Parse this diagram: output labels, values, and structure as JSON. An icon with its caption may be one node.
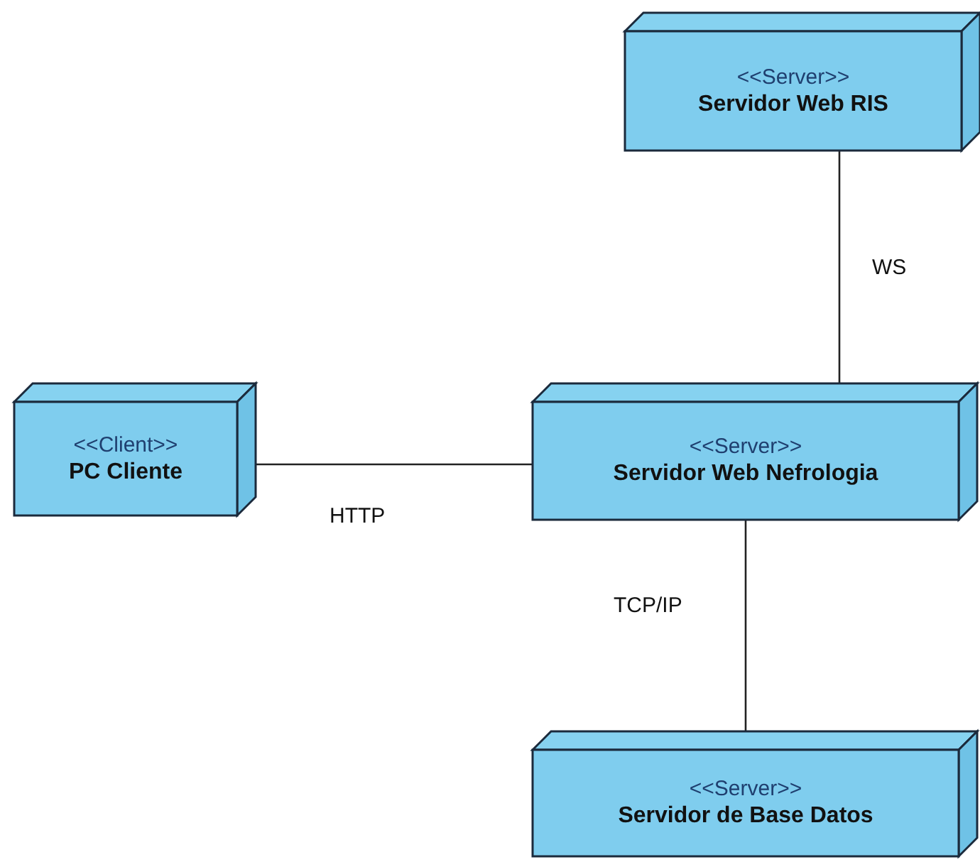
{
  "diagram": {
    "nodes": [
      {
        "text": [
          "<<Server>>",
          "Servidor Web RIS"
        ]
      },
      {
        "text": [
          "<<Client>>",
          "PC Cliente"
        ]
      },
      {
        "text": [
          "<<Server>>",
          "Servidor Web Nefrologia"
        ]
      },
      {
        "text": [
          "<<Server>>",
          "Servidor de Base Datos"
        ]
      }
    ],
    "edges": [
      {
        "from": 0,
        "to": 2,
        "arrow": "none",
        "label": "WS"
      },
      {
        "from": 1,
        "to": 2,
        "arrow": "none",
        "label": "HTTP"
      },
      {
        "from": 2,
        "to": 3,
        "arrow": "none",
        "label": "TCP/IP"
      }
    ]
  }
}
